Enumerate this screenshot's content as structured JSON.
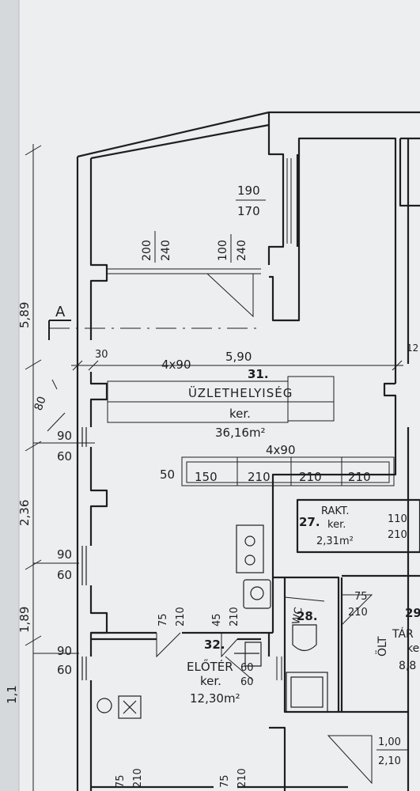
{
  "colors": {
    "paper": "#eceeef",
    "ink": "#1e1f22",
    "faint": "#8a8e93"
  },
  "section_marker": "A",
  "dims": {
    "overall_589": "5,89",
    "d236": "2,36",
    "d189": "1,89",
    "d11": "1,1",
    "w30": "30",
    "w590": "5,90",
    "w12": "12",
    "d80": "80"
  },
  "windows": [
    {
      "top": "190",
      "bottom": "170"
    },
    {
      "top": "200",
      "bottom": "240"
    },
    {
      "top": "100",
      "bottom": "240"
    }
  ],
  "side_windows": [
    {
      "top": "90",
      "bottom": "60"
    },
    {
      "top": "90",
      "bottom": "60"
    },
    {
      "top": "90",
      "bottom": "60"
    }
  ],
  "room31": {
    "number": "31.",
    "name": "ÜZLETHELYISÉG",
    "floor": "ker.",
    "area": "36,16m²"
  },
  "shelving": {
    "upper": "4x90",
    "lower": "4x90",
    "left_gap": "50",
    "cells": [
      "150",
      "210",
      "210",
      "210"
    ]
  },
  "room27": {
    "number": "27.",
    "name": "RAKT.",
    "floor": "ker.",
    "area": "2,31m²",
    "door_top": "110",
    "door_bottom": "210"
  },
  "room28": {
    "number": "28.",
    "label": "WC"
  },
  "room29": {
    "number": "29",
    "name": "TÁR",
    "floor": "ke",
    "area": "8,8",
    "extra": "ÖLT"
  },
  "room32": {
    "number": "32.",
    "name": "ELŐTÉR",
    "floor": "ker.",
    "area": "12,30m²"
  },
  "doors": [
    {
      "top": "75",
      "bottom": "210"
    },
    {
      "top": "45",
      "bottom": "210"
    },
    {
      "top": "60",
      "bottom": "60"
    },
    {
      "top": "75",
      "bottom": "210"
    },
    {
      "top": "1,00",
      "bottom": "2,10"
    },
    {
      "top": "75",
      "bottom": "210"
    },
    {
      "top": "75",
      "bottom": "210"
    }
  ]
}
